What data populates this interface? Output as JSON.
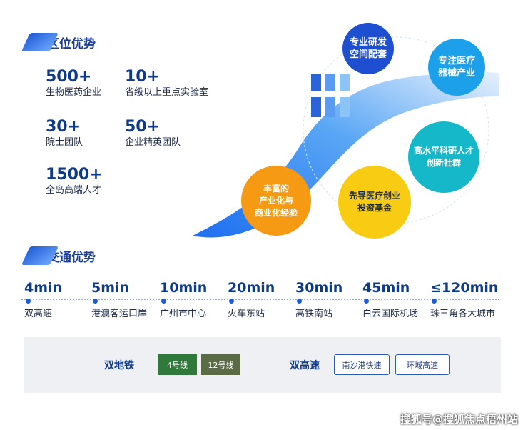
{
  "location": {
    "title": "区位优势",
    "stats": [
      {
        "num": "500+",
        "label": "生物医药企业"
      },
      {
        "num": "10+",
        "label": "省级以上重点实验室"
      },
      {
        "num": "30+",
        "label": "院士团队"
      },
      {
        "num": "50+",
        "label": "企业精英团队"
      },
      {
        "num": "1500+",
        "label": "全岛高端人才"
      }
    ]
  },
  "bubbles": [
    {
      "text": "专业研发\n空间配套",
      "color": "#1e4fd0"
    },
    {
      "text": "专注医疗\n器械产业",
      "color": "#1da0ea"
    },
    {
      "text": "高水平科研人才\n创新社群",
      "color": "#15b8c9"
    },
    {
      "text": "先导医疗创业\n投资基金",
      "color": "#f7cc12"
    },
    {
      "text": "丰富的\n产业化与\n商业化经验",
      "color": "#f59a12"
    }
  ],
  "transport": {
    "title": "交通优势",
    "items": [
      {
        "time": "4min",
        "dest": "双高速"
      },
      {
        "time": "5min",
        "dest": "港澳客运口岸"
      },
      {
        "time": "10min",
        "dest": "广州市中心"
      },
      {
        "time": "20min",
        "dest": "火车东站"
      },
      {
        "time": "30min",
        "dest": "高铁南站"
      },
      {
        "time": "45min",
        "dest": "白云国际机场"
      },
      {
        "time": "≤120min",
        "dest": "珠三角各大城市"
      }
    ]
  },
  "metro": {
    "subway_label": "双地铁",
    "line4": "4号线",
    "line12": "12号线",
    "highway_label": "双高速",
    "hw1": "南沙港快速",
    "hw2": "环城高速"
  },
  "watermark": "搜狐号@搜狐焦点梧州站"
}
